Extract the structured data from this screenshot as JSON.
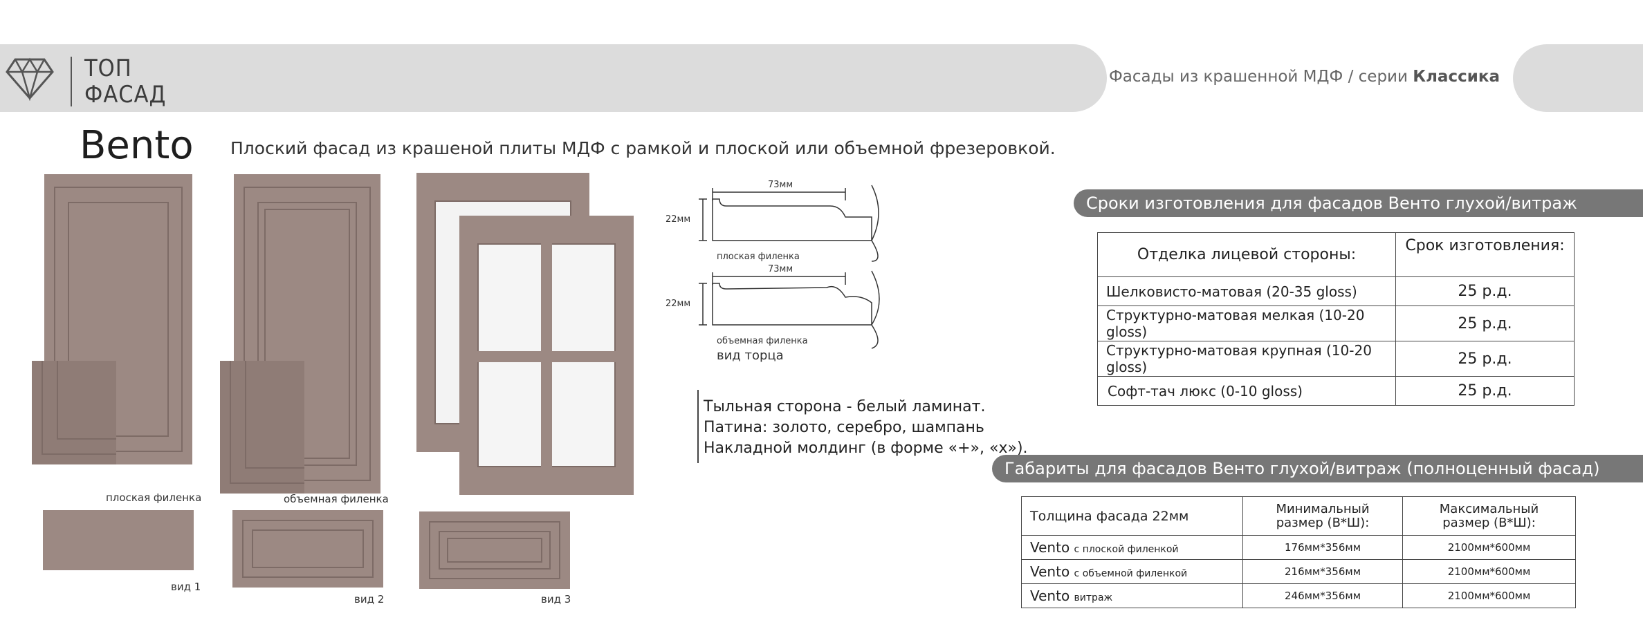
{
  "header": {
    "logo_line1": "ТОП",
    "logo_line2": "ФАСАД",
    "series_prefix": "Фасады из крашенной МДФ / серии ",
    "series_name": "Классика"
  },
  "product": {
    "title": "Вento",
    "description": "Плоский фасад из крашеной плиты МДФ с рамкой и плоской или объемной фрезеровкой."
  },
  "images": {
    "caption_flat": "плоская филенка",
    "caption_volume": "объемная филенка",
    "caption_view1": "вид 1",
    "caption_view2": "вид 2",
    "caption_view3": "вид 3",
    "profile_width": "73мм",
    "profile_height": "22мм",
    "profile_flat_label": "плоская филенка",
    "profile_volume_label": "объемная филенка",
    "profile_view_label": "вид торца"
  },
  "notes": [
    "Тыльная сторона - белый ламинат.",
    "Патина: золото, серебро, шампань",
    "Накладной молдинг (в форме «+», «х»)."
  ],
  "terms": {
    "banner": "Сроки изготовления для фасадов Венто глухой/витраж",
    "col1": "Отделка лицевой стороны:",
    "col2": "Срок изготовления:",
    "rows": [
      {
        "finish": "Шелковисто-матовая (20-35 gloss)",
        "term": "25 р.д."
      },
      {
        "finish": "Структурно-матовая мелкая (10-20 gloss)",
        "term": "25 р.д."
      },
      {
        "finish": "Структурно-матовая крупная (10-20 gloss)",
        "term": "25 р.д."
      },
      {
        "finish": "Софт-тач люкс (0-10 gloss)",
        "term": "25 р.д."
      }
    ]
  },
  "dims": {
    "banner": "Габариты для фасадов Венто глухой/витраж (полноценный фасад)",
    "col1": "Толщина фасада 22мм",
    "col2_line1": "Минимальный",
    "col2_line2": "размер (В*Ш):",
    "col3_line1": "Максимальный",
    "col3_line2": "размер (В*Ш):",
    "rows": [
      {
        "name": "Vento",
        "variant": "с плоской филенкой",
        "min": "176мм*356мм",
        "max": "2100мм*600мм"
      },
      {
        "name": "Vento",
        "variant": "с объемной филенкой",
        "min": "216мм*356мм",
        "max": "2100мм*600мм"
      },
      {
        "name": "Vento",
        "variant": "витраж",
        "min": "246мм*356мм",
        "max": "2100мм*600мм"
      }
    ]
  },
  "colors": {
    "door": "#9c8983",
    "header_bg": "#dcdcdc",
    "banner_bg": "#777777"
  }
}
